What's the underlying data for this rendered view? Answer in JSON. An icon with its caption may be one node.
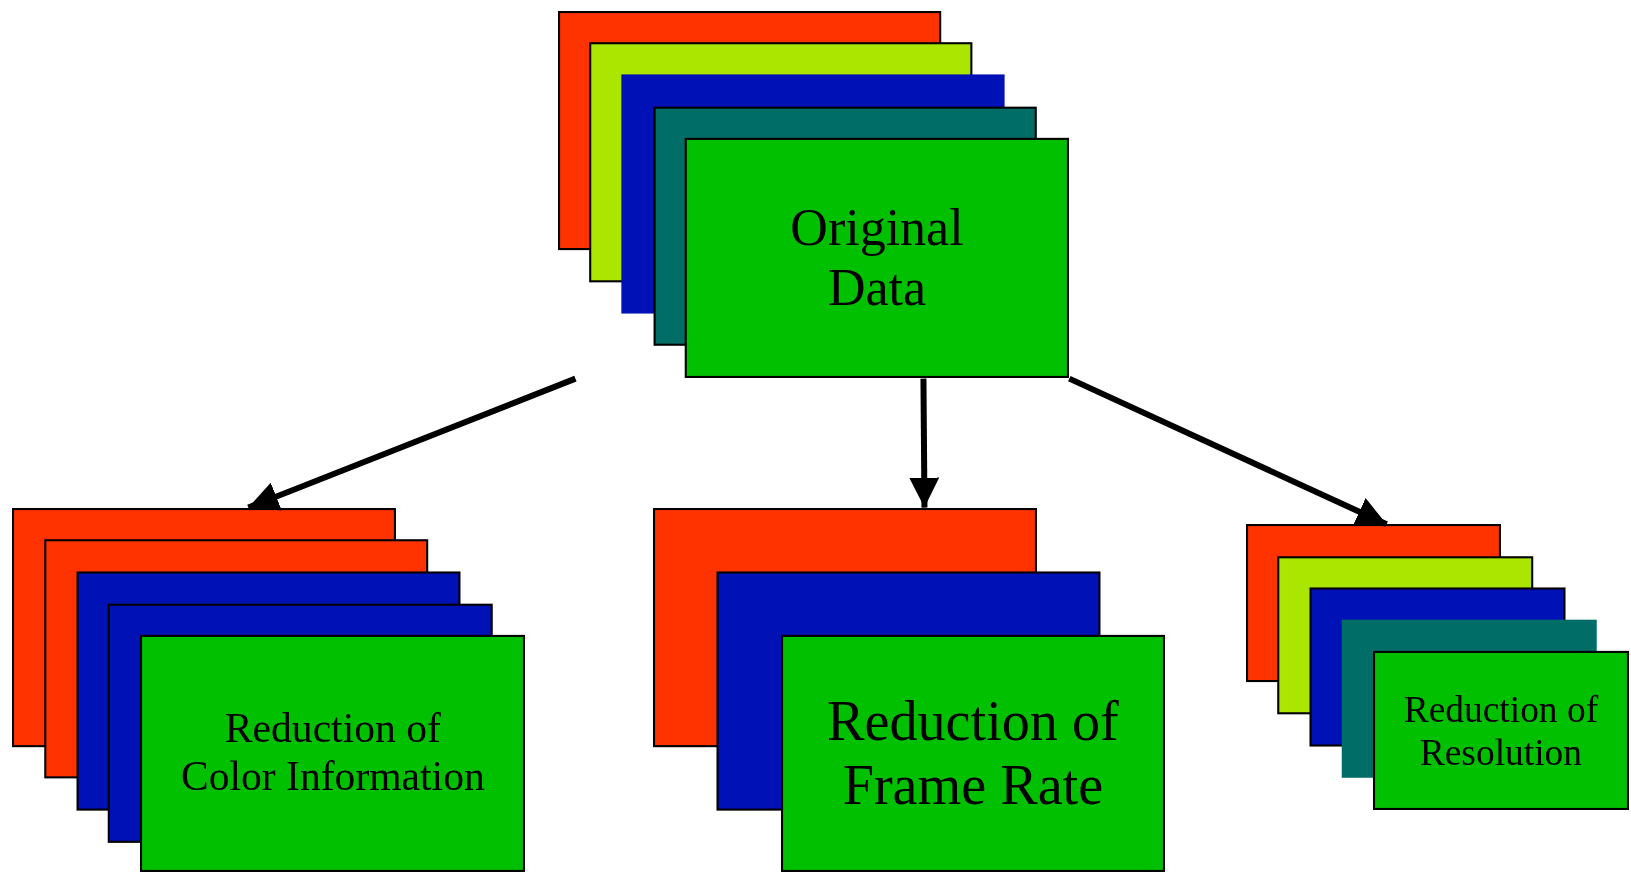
{
  "diagram": {
    "nodes": [
      {
        "text": [
          "Original Data"
        ]
      },
      {
        "text": [
          "Reduction of Color Information"
        ]
      },
      {
        "text": [
          "Reduction of Frame Rate"
        ]
      },
      {
        "text": [
          "Reduction of Resolution"
        ]
      }
    ],
    "edges": [
      {
        "from": 0,
        "to": 1,
        "arrow": "to"
      },
      {
        "from": 0,
        "to": 2,
        "arrow": "to"
      },
      {
        "from": 0,
        "to": 3,
        "arrow": "to"
      }
    ]
  }
}
